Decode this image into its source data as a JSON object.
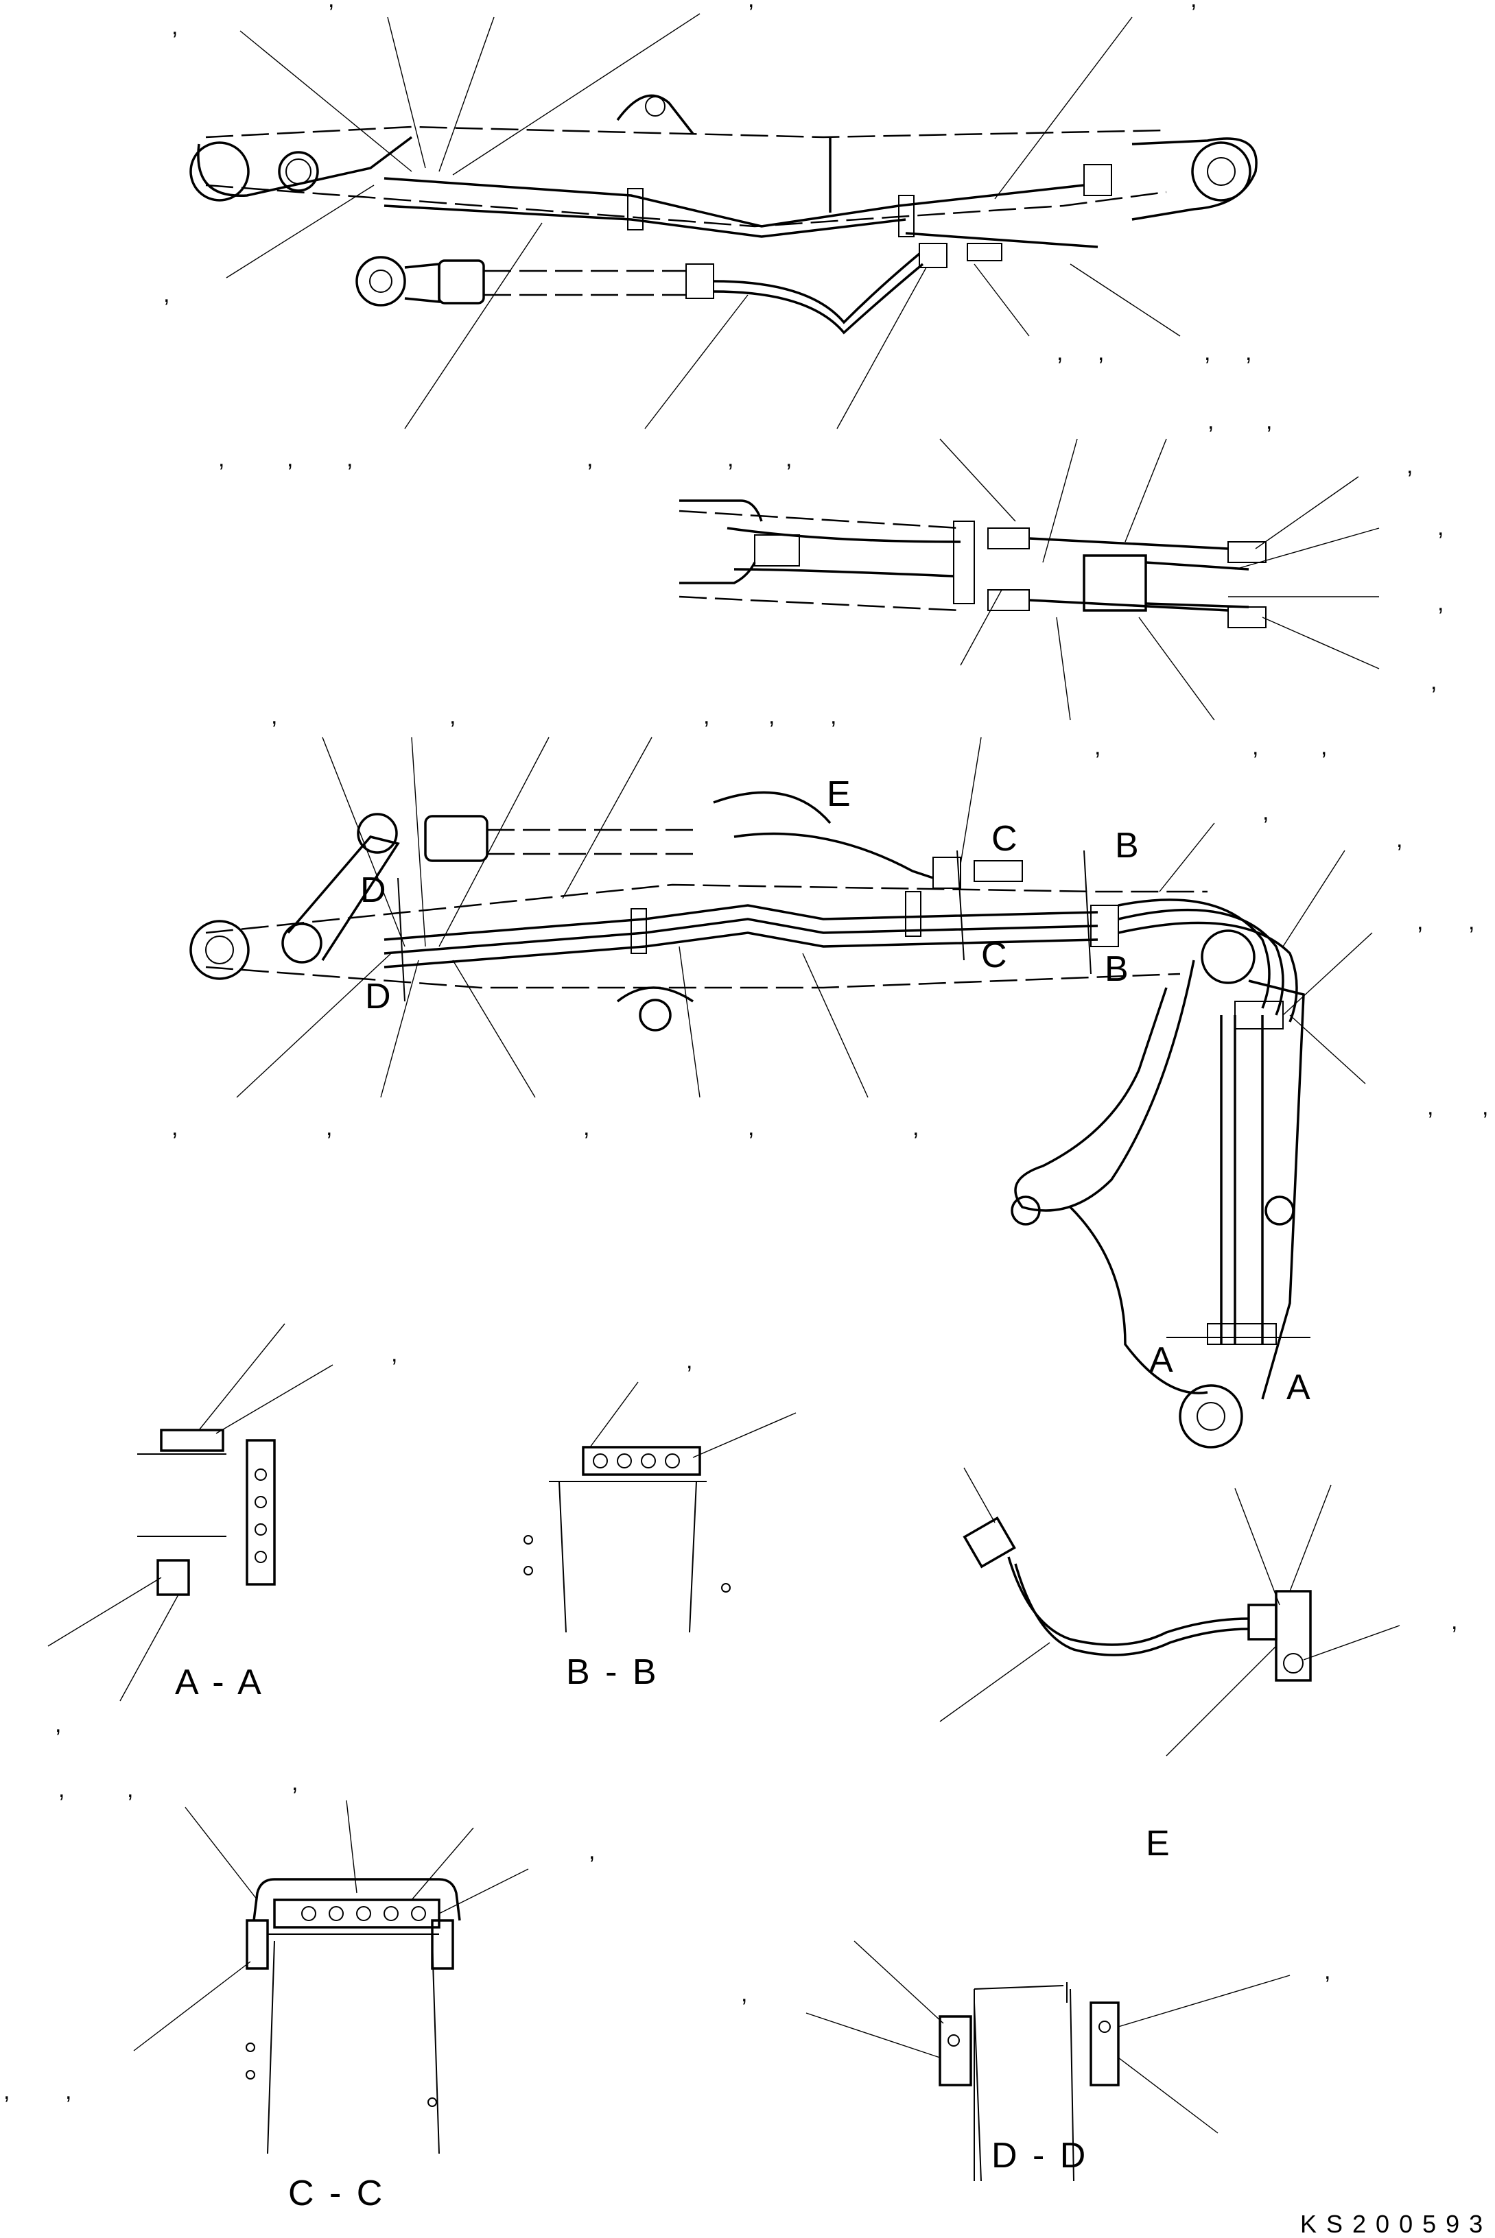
{
  "section_labels": {
    "aa": "A - A",
    "bb": "B - B",
    "cc": "C - C",
    "dd": "D - D",
    "e": "E"
  },
  "cut_markers": {
    "a": "A",
    "b": "B",
    "c": "C",
    "d": "D",
    "e": "E"
  },
  "callout_mark": ",",
  "drawing_code": "KS200593"
}
